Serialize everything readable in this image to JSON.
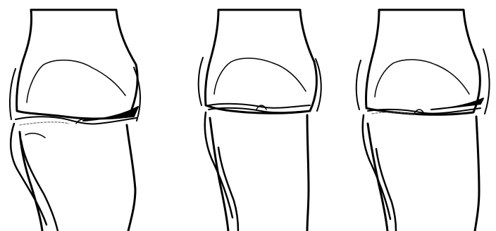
{
  "figure": {
    "panels": [
      {
        "id": "knee-1"
      },
      {
        "id": "knee-2"
      },
      {
        "id": "knee-3"
      }
    ]
  },
  "colors": {
    "background": "#ffffff",
    "ink": "#000000",
    "fine_line": "#555555"
  }
}
